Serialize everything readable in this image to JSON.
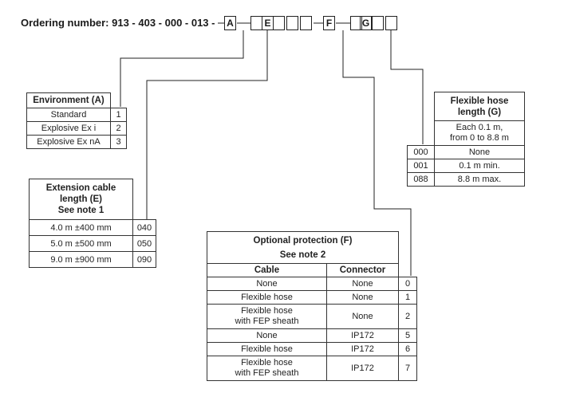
{
  "ordering": {
    "label": "Ordering number: 913 - 403 - 000 - 013 -",
    "boxes": [
      "A",
      "",
      "E",
      "",
      "",
      "",
      "F",
      "",
      "G",
      "",
      ""
    ]
  },
  "environment": {
    "header": "Environment (A)",
    "rows": [
      {
        "name": "Standard",
        "code": "1"
      },
      {
        "name": "Explosive Ex i",
        "code": "2"
      },
      {
        "name": "Explosive Ex nA",
        "code": "3"
      }
    ]
  },
  "extension": {
    "header_line1": "Extension cable",
    "header_line2": "length (E)",
    "note": "See note 1",
    "rows": [
      {
        "name": "4.0 m ±400 mm",
        "code": "040"
      },
      {
        "name": "5.0 m ±500 mm",
        "code": "050"
      },
      {
        "name": "9.0 m ±900 mm",
        "code": "090"
      }
    ]
  },
  "protection": {
    "header": "Optional protection (F)",
    "note": "See note 2",
    "col_cable": "Cable",
    "col_connector": "Connector",
    "rows": [
      {
        "cable": "None",
        "cable2": "",
        "connector": "None",
        "code": "0"
      },
      {
        "cable": "Flexible hose",
        "cable2": "",
        "connector": "None",
        "code": "1"
      },
      {
        "cable": "Flexible hose",
        "cable2": "with FEP sheath",
        "connector": "None",
        "code": "2"
      },
      {
        "cable": "None",
        "cable2": "",
        "connector": "IP172",
        "code": "5"
      },
      {
        "cable": "Flexible hose",
        "cable2": "",
        "connector": "IP172",
        "code": "6"
      },
      {
        "cable": "Flexible hose",
        "cable2": "with FEP sheath",
        "connector": "IP172",
        "code": "7"
      }
    ]
  },
  "hose": {
    "header_line1": "Flexible hose",
    "header_line2": "length (G)",
    "desc_line1": "Each 0.1 m,",
    "desc_line2": "from 0 to 8.8 m",
    "rows": [
      {
        "code": "000",
        "name": "None"
      },
      {
        "code": "001",
        "name": "0.1 m min."
      },
      {
        "code": "088",
        "name": "8.8 m max."
      }
    ]
  }
}
